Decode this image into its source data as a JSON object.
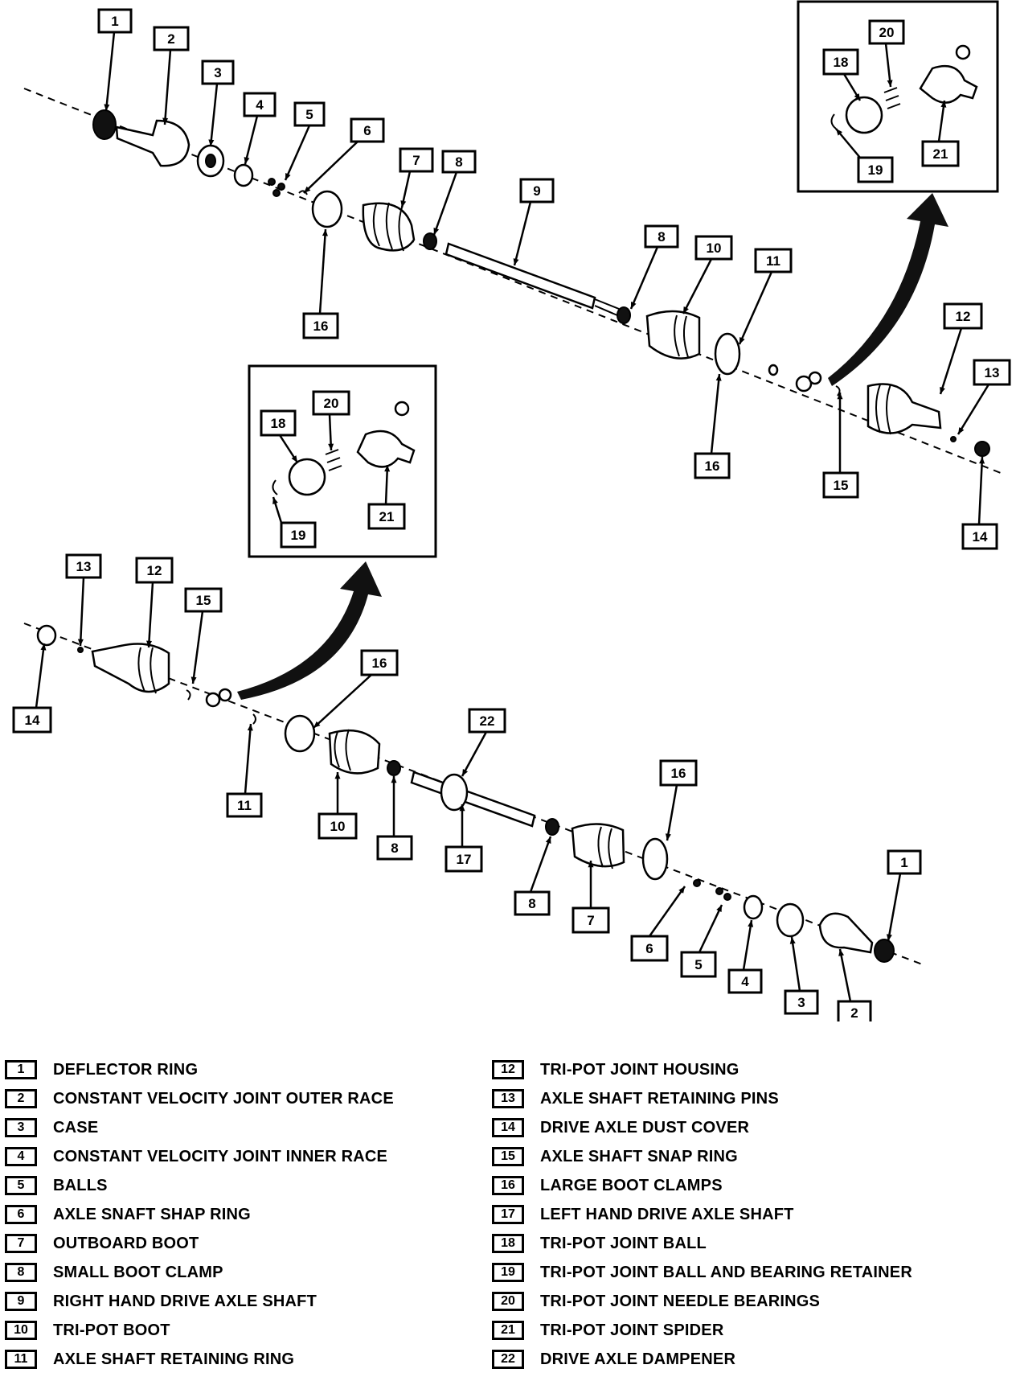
{
  "legend": [
    {
      "num": "1",
      "label": "DEFLECTOR RING"
    },
    {
      "num": "2",
      "label": "CONSTANT VELOCITY JOINT OUTER RACE"
    },
    {
      "num": "3",
      "label": "CASE"
    },
    {
      "num": "4",
      "label": "CONSTANT VELOCITY JOINT INNER RACE"
    },
    {
      "num": "5",
      "label": "BALLS"
    },
    {
      "num": "6",
      "label": "AXLE SNAFT SHAP RING"
    },
    {
      "num": "7",
      "label": "OUTBOARD BOOT"
    },
    {
      "num": "8",
      "label": "SMALL BOOT CLAMP"
    },
    {
      "num": "9",
      "label": "RIGHT HAND DRIVE AXLE SHAFT"
    },
    {
      "num": "10",
      "label": "TRI-POT BOOT"
    },
    {
      "num": "11",
      "label": "AXLE SHAFT RETAINING RING"
    },
    {
      "num": "12",
      "label": "TRI-POT JOINT HOUSING"
    },
    {
      "num": "13",
      "label": "AXLE SHAFT RETAINING PINS"
    },
    {
      "num": "14",
      "label": "DRIVE AXLE DUST COVER"
    },
    {
      "num": "15",
      "label": "AXLE SHAFT SNAP RING"
    },
    {
      "num": "16",
      "label": "LARGE BOOT CLAMPS"
    },
    {
      "num": "17",
      "label": "LEFT HAND DRIVE AXLE SHAFT"
    },
    {
      "num": "18",
      "label": "TRI-POT JOINT BALL"
    },
    {
      "num": "19",
      "label": "TRI-POT JOINT BALL AND BEARING RETAINER"
    },
    {
      "num": "20",
      "label": "TRI-POT JOINT NEEDLE BEARINGS"
    },
    {
      "num": "21",
      "label": "TRI-POT JOINT SPIDER"
    },
    {
      "num": "22",
      "label": "DRIVE AXLE DAMPENER"
    }
  ]
}
